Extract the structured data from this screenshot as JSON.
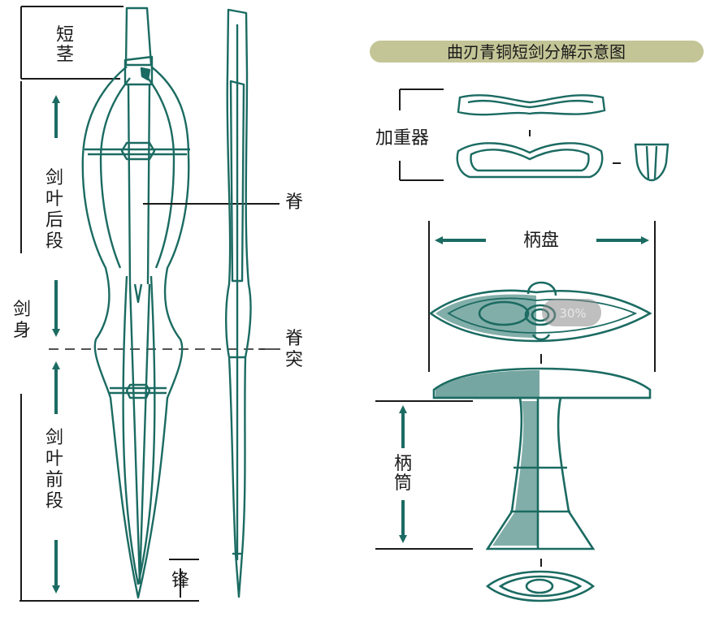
{
  "title": "曲刃青铜短剑分解示意图",
  "zoom": "30%",
  "colors": {
    "teal": "#1b6b62",
    "pill": "#c3c596",
    "line": "#1a1a1a"
  },
  "labels": {
    "duan_jing": [
      "短",
      "茎"
    ],
    "jian_ye_hou_duan": [
      "剑",
      "叶",
      "后",
      "段"
    ],
    "jian_shen": [
      "剑",
      "身"
    ],
    "jian_ye_qian_duan": [
      "剑",
      "叶",
      "前",
      "段"
    ],
    "ji": "脊",
    "ji_tu": [
      "脊",
      "突"
    ],
    "feng": "锋",
    "jia_zhong_qi": "加重器",
    "bing_pan": "柄盘",
    "bing_tong": [
      "柄",
      "筒"
    ]
  }
}
